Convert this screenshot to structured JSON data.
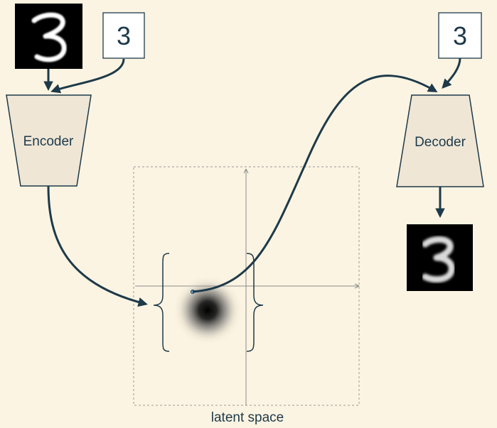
{
  "input_digit_label": "3",
  "output_digit_label": "3",
  "encoder_label": "Encoder",
  "decoder_label": "Decoder",
  "latent_space_label": "latent space",
  "colors": {
    "background": "#fcf4e2",
    "box_fill": "#efe6d6",
    "stroke": "#1d3a4a",
    "axis": "#8a8a8a",
    "image_bg": "#000000"
  }
}
